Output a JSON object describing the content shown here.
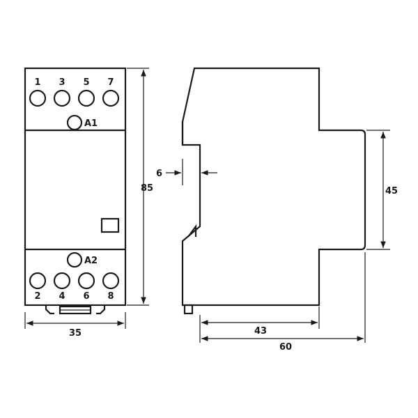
{
  "front_view": {
    "top_terminals": [
      "1",
      "3",
      "5",
      "7"
    ],
    "bottom_terminals": [
      "2",
      "4",
      "6",
      "8"
    ],
    "coil_top": "A1",
    "coil_bottom": "A2"
  },
  "dimensions": {
    "height": "85",
    "width": "35",
    "rail_step": "6",
    "front_height": "45",
    "front_depth": "43",
    "total_depth": "60"
  }
}
